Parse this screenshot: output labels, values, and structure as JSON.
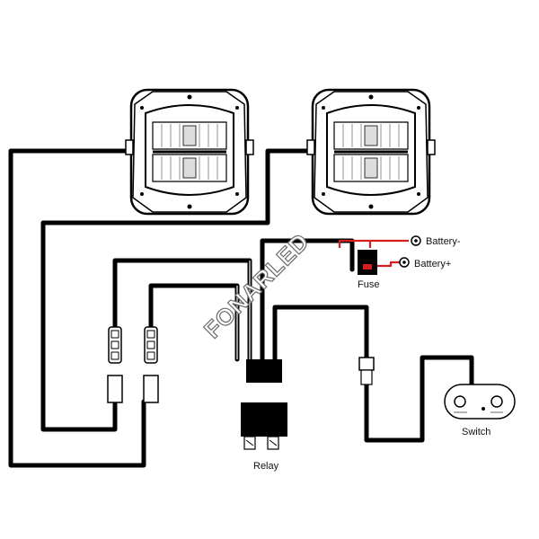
{
  "labels": {
    "battery_neg": "Battery-",
    "battery_pos": "Battery+",
    "fuse": "Fuse",
    "relay": "Relay",
    "switch": "Switch"
  },
  "watermark": "FONARLED",
  "colors": {
    "wire": "#000000",
    "power_wire": "#d31f1f",
    "watermark_outline": "#6a6a6a"
  },
  "icons": [
    "led-light-icon",
    "led-light-icon",
    "connector-plug-icon",
    "connector-plug-icon",
    "relay-icon",
    "fuse-icon",
    "switch-icon",
    "ring-terminal-icon",
    "ring-terminal-icon"
  ]
}
